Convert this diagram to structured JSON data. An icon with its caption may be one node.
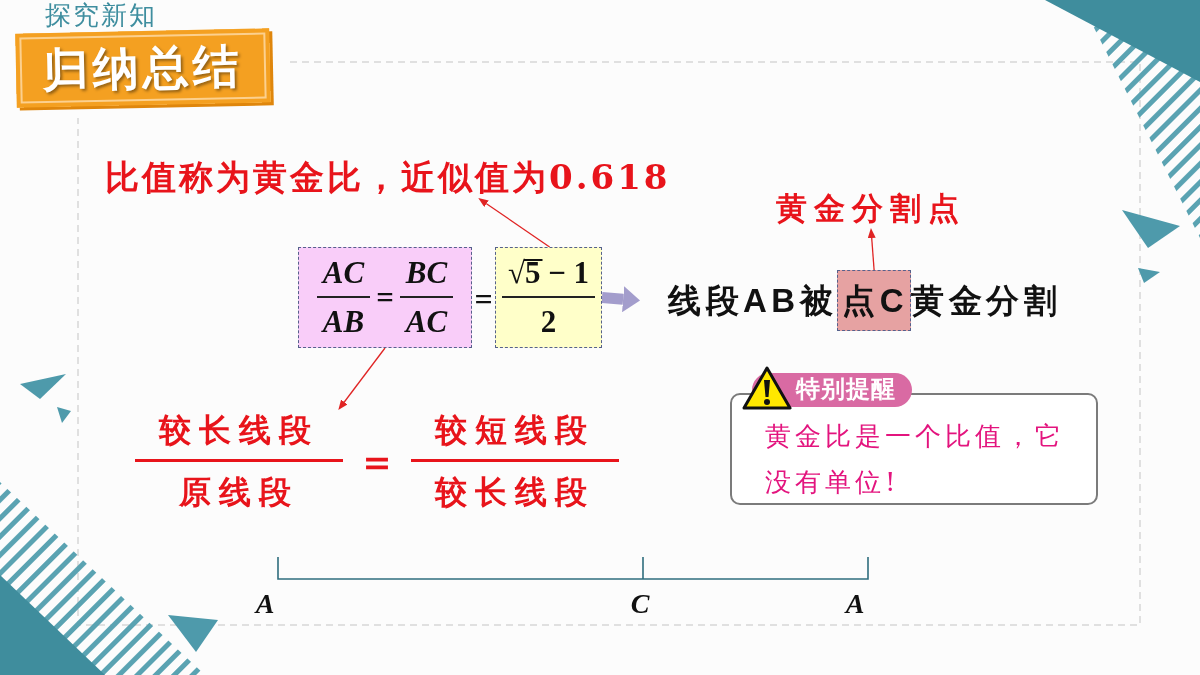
{
  "diagram": {
    "title": "归纳总结",
    "nodes": [
      {
        "text": [
          "比值称为黄金比，近似值为0.618"
        ]
      },
      {
        "text": [
          "黄金分割点"
        ]
      },
      {
        "text": [
          "AC",
          "AB",
          "=",
          "BC",
          "AC"
        ]
      },
      {
        "text": [
          "√5 − 1",
          "2"
        ]
      },
      {
        "text": [
          "线段AB被",
          "黄金分割"
        ]
      },
      {
        "text": [
          "点C"
        ],
        "in": 4
      },
      {
        "text": [
          "较长线段",
          "原线段",
          "＝",
          "较短线段",
          "较长线段"
        ]
      },
      {
        "text": [
          "特别提醒",
          "黄金比是一个比值，它没有单位!"
        ]
      }
    ],
    "edges": [
      {
        "from": 3,
        "to": 0,
        "arrow": "to"
      },
      {
        "from": 5,
        "to": 1,
        "arrow": "to"
      },
      {
        "from": 3,
        "to": 4,
        "arrow": "to",
        "style": "thick",
        "color": "#a39dcc"
      },
      {
        "from": 2,
        "to": 6,
        "arrow": "to"
      }
    ],
    "labels": [
      "探究新知",
      "=",
      "A",
      "C",
      "A"
    ]
  }
}
